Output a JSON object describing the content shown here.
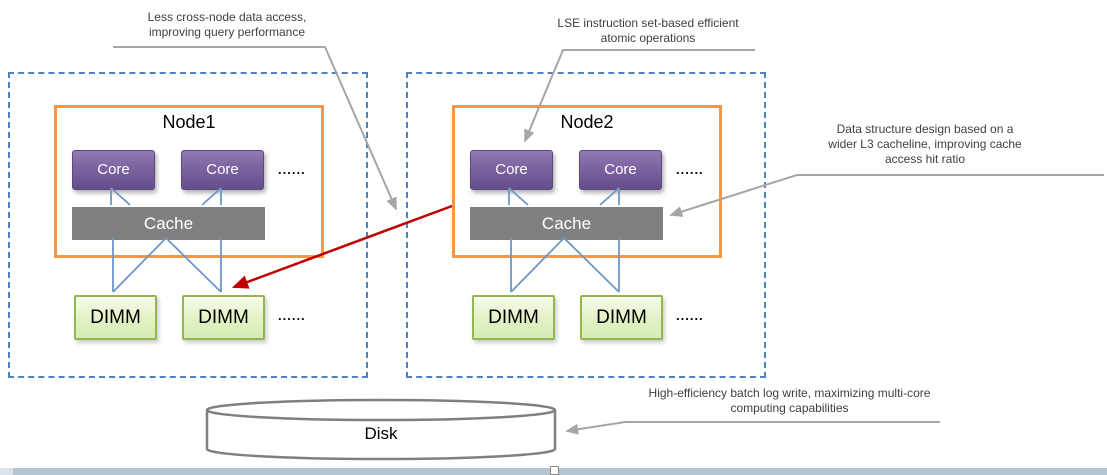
{
  "annotations": {
    "cross_node": "Less cross-node data access,\nimproving query performance",
    "lse": "LSE instruction set-based efficient\natomic operations",
    "cacheline": "Data structure design based on a\nwider L3 cacheline, improving cache\naccess hit ratio",
    "batch_log": "High-efficiency batch log write, maximizing multi-core\ncomputing capabilities"
  },
  "nodes": [
    {
      "title": "Node1",
      "core1": "Core",
      "core2": "Core",
      "cores_ellipsis": "......",
      "cache": "Cache",
      "dimm1": "DIMM",
      "dimm2": "DIMM",
      "dimms_ellipsis": "......"
    },
    {
      "title": "Node2",
      "core1": "Core",
      "core2": "Core",
      "cores_ellipsis": "......",
      "cache": "Cache",
      "dimm1": "DIMM",
      "dimm2": "DIMM",
      "dimms_ellipsis": "......"
    }
  ],
  "disk": {
    "label": "Disk"
  },
  "colors": {
    "node_dashed_border": "#4f81bd",
    "node_orange_border": "#f79646",
    "core_purple": "#8064a2",
    "cache_gray": "#808080",
    "dimm_green_fill": "#d5ecb2",
    "dimm_green_border": "#94b64e",
    "connector_blue": "#6d96c8",
    "cross_node_arrow_red": "#c00000",
    "callout_gray": "#a6a6a6",
    "bottom_bar": "#b5c3d3"
  }
}
